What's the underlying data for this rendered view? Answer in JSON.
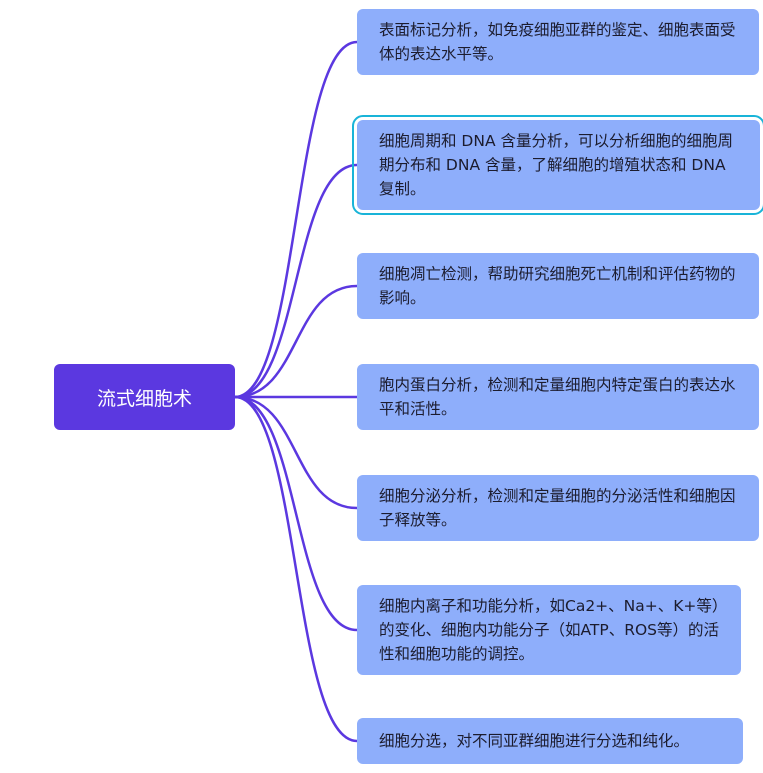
{
  "mindmap": {
    "root": {
      "label": "流式细胞术"
    },
    "branches": [
      {
        "label": "表面标记分析，如免疫细胞亚群的鉴定、细胞表面受体的表达水平等。"
      },
      {
        "label": "细胞周期和 DNA 含量分析，可以分析细胞的细胞周期分布和 DNA 含量，了解细胞的增殖状态和 DNA 复制。"
      },
      {
        "label": "细胞凋亡检测，帮助研究细胞死亡机制和评估药物的影响。"
      },
      {
        "label": "胞内蛋白分析，检测和定量细胞内特定蛋白的表达水平和活性。"
      },
      {
        "label": "细胞分泌分析，检测和定量细胞的分泌活性和细胞因子释放等。"
      },
      {
        "label": "细胞内离子和功能分析，如Ca2+、Na+、K+等）的变化、细胞内功能分子（如ATP、ROS等）的活性和细胞功能的调控。"
      },
      {
        "label": "细胞分选，对不同亚群细胞进行分选和纯化。"
      }
    ]
  },
  "colors": {
    "root_fill": "#5b38e0",
    "branch_fill": "#8eaefb",
    "connector": "#5b38e0",
    "selection_outline": "#19b4d8"
  }
}
